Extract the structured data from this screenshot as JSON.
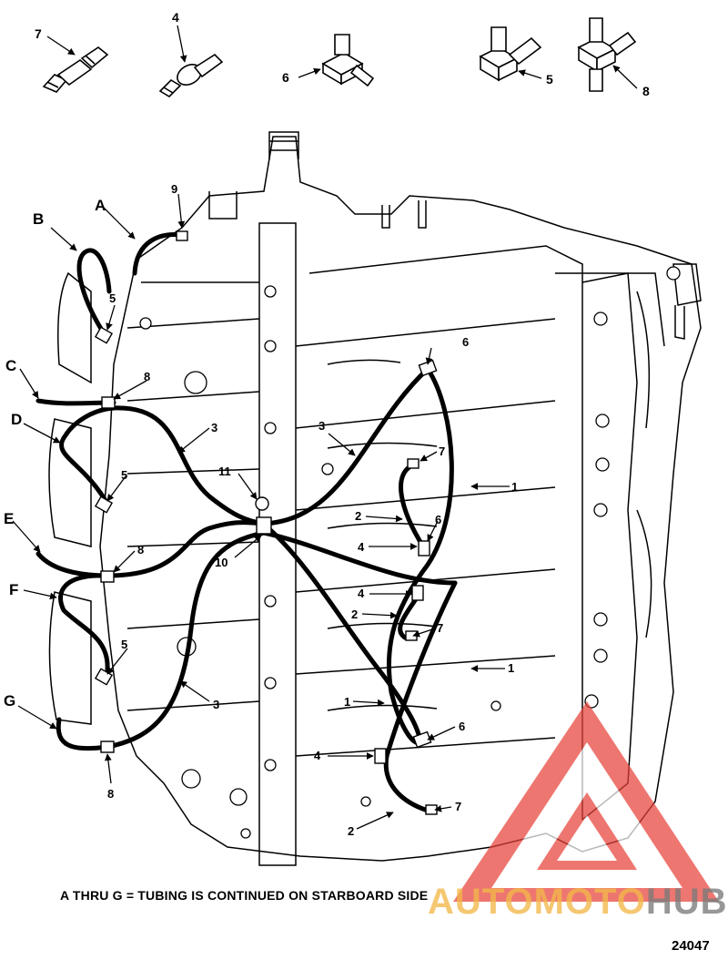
{
  "diagram": {
    "parts_top": [
      {
        "id": "7",
        "label": "7"
      },
      {
        "id": "4",
        "label": "4"
      },
      {
        "id": "6",
        "label": "6"
      },
      {
        "id": "5",
        "label": "5"
      },
      {
        "id": "8",
        "label": "8"
      }
    ],
    "letters": [
      "A",
      "B",
      "C",
      "D",
      "E",
      "F",
      "G"
    ],
    "callouts": {
      "n9": "9",
      "n11": "11",
      "n10": "10",
      "n1": "1",
      "n2": "2",
      "n3": "3",
      "n4": "4",
      "n5": "5",
      "n6": "6",
      "n7": "7",
      "n8": "8"
    },
    "note": "A THRU G = TUBING IS CONTINUED ON STARBOARD SIDE",
    "figure_number": "24047"
  },
  "watermark": {
    "text_a": "AUTOMOTO",
    "text_b": "HUB",
    "color_a": "#f3b84a",
    "color_b": "#7a7a7a",
    "triangle_color": "#e8423a"
  }
}
